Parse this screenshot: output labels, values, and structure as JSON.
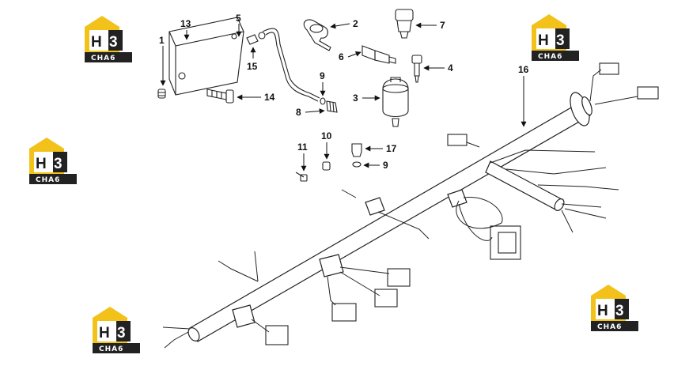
{
  "brand": {
    "logo_mark": "H3",
    "logo_mark_h": "H",
    "logo_mark_3": "3",
    "logo_sub": "CHA6",
    "accent_color": "#f2c21b",
    "dark_color": "#222222"
  },
  "callouts": [
    {
      "id": "c1",
      "label": "1"
    },
    {
      "id": "c13",
      "label": "13"
    },
    {
      "id": "c5",
      "label": "5"
    },
    {
      "id": "c15",
      "label": "15"
    },
    {
      "id": "c14",
      "label": "14"
    },
    {
      "id": "c2",
      "label": "2"
    },
    {
      "id": "c6",
      "label": "6"
    },
    {
      "id": "c7",
      "label": "7"
    },
    {
      "id": "c4",
      "label": "4"
    },
    {
      "id": "c9a",
      "label": "9"
    },
    {
      "id": "c3",
      "label": "3"
    },
    {
      "id": "c8",
      "label": "8"
    },
    {
      "id": "c16",
      "label": "16"
    },
    {
      "id": "c11",
      "label": "11"
    },
    {
      "id": "c10",
      "label": "10"
    },
    {
      "id": "c17",
      "label": "17"
    },
    {
      "id": "c9b",
      "label": "9"
    }
  ]
}
